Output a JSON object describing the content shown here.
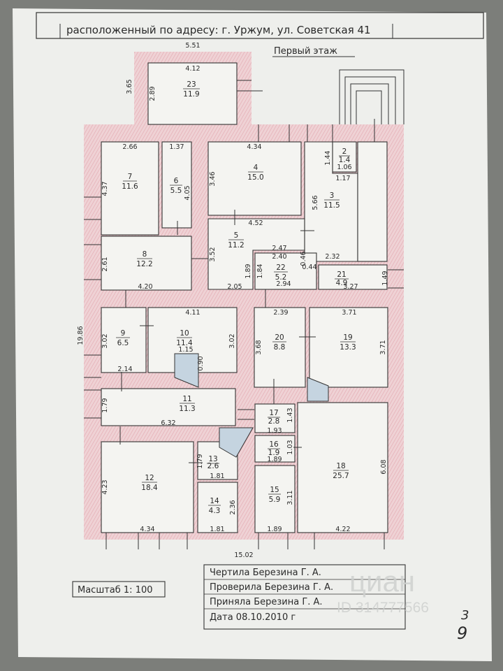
{
  "header": {
    "address_line": "расположенный  по  адресу:  г. Уржум,   ул. Советская  41",
    "floor_title": "Первый  этаж"
  },
  "rooms": [
    {
      "id": "23",
      "num": "23",
      "area": "11.9"
    },
    {
      "id": "7",
      "num": "7",
      "area": "11.6"
    },
    {
      "id": "6",
      "num": "6",
      "area": "5.5"
    },
    {
      "id": "4",
      "num": "4",
      "area": "15.0"
    },
    {
      "id": "2",
      "num": "2",
      "area": "1.4"
    },
    {
      "id": "3",
      "num": "3",
      "area": "11.5"
    },
    {
      "id": "5",
      "num": "5",
      "area": "11.2"
    },
    {
      "id": "8",
      "num": "8",
      "area": "12.2"
    },
    {
      "id": "22",
      "num": "22",
      "area": "5.2"
    },
    {
      "id": "21",
      "num": "21",
      "area": "4.9"
    },
    {
      "id": "9",
      "num": "9",
      "area": "6.5"
    },
    {
      "id": "10",
      "num": "10",
      "area": "11.4"
    },
    {
      "id": "20",
      "num": "20",
      "area": "8.8"
    },
    {
      "id": "19",
      "num": "19",
      "area": "13.3"
    },
    {
      "id": "11",
      "num": "11",
      "area": "11.3"
    },
    {
      "id": "17",
      "num": "17",
      "area": "2.8"
    },
    {
      "id": "16",
      "num": "16",
      "area": "1.9"
    },
    {
      "id": "18",
      "num": "18",
      "area": "25.7"
    },
    {
      "id": "12",
      "num": "12",
      "area": "18.4"
    },
    {
      "id": "13",
      "num": "13",
      "area": "2.6"
    },
    {
      "id": "14",
      "num": "14",
      "area": "4.3"
    },
    {
      "id": "15",
      "num": "15",
      "area": "5.9"
    }
  ],
  "dimensions": [
    "5.51",
    "3.65",
    "4.12",
    "2.89",
    "2.66",
    "1.37",
    "4.37",
    "4.05",
    "4.34",
    "3.46",
    "1.44",
    "1.06",
    "1.17",
    "5.66",
    "4.52",
    "3.52",
    "2.47",
    "2.40",
    "0.46",
    "2.32",
    "1.89",
    "1.84",
    "0.44",
    "1.49",
    "2.61",
    "4.20",
    "2.05",
    "2.94",
    "3.27",
    "4.11",
    "2.39",
    "3.71",
    "3.02",
    "3.02",
    "3.68",
    "3.71",
    "19.86",
    "1.15",
    "0.90",
    "2.14",
    "1.79",
    "6.32",
    "1.43",
    "1.93",
    "1.03",
    "1.89",
    "1.79",
    "1.81",
    "6.08",
    "4.23",
    "2.36",
    "3.11",
    "4.34",
    "1.81",
    "1.89",
    "4.22",
    "15.02"
  ],
  "title_block": {
    "row1": "Чертила  Березина  Г. А.",
    "row2": "Проверила  Березина  Г. А.",
    "row3": "Приняла  Березина  Г. А.",
    "row4": "Дата  08.10.2010  г"
  },
  "scale_label": "Масштаб 1: 100",
  "watermark": {
    "brand": "циан",
    "code": "ID 314777566"
  },
  "page_note": {
    "top": "3",
    "bottom": "9"
  }
}
